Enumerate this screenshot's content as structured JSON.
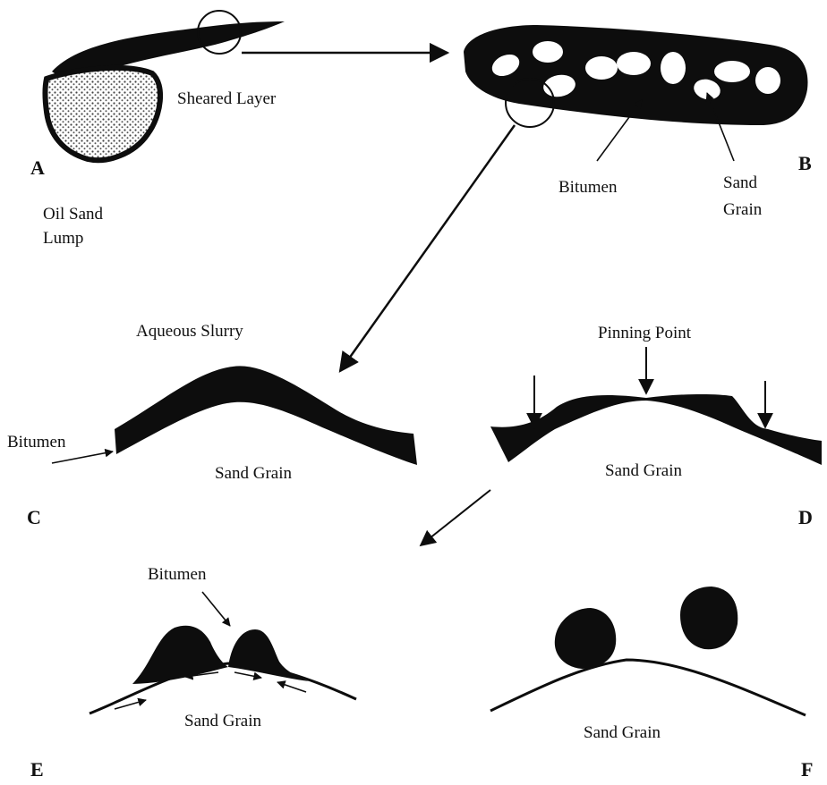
{
  "colors": {
    "ink": "#0d0d0d",
    "background": "#ffffff",
    "stipple": "#bdbdbd"
  },
  "panels": {
    "a": {
      "letter": "A",
      "lump_label_line1": "Oil Sand",
      "lump_label_line2": "Lump",
      "sheared_label": "Sheared Layer"
    },
    "b": {
      "letter": "B",
      "bitumen_label": "Bitumen",
      "grain_label_line1": "Sand",
      "grain_label_line2": "Grain"
    },
    "c": {
      "letter": "C",
      "slurry_label": "Aqueous Slurry",
      "bitumen_label": "Bitumen",
      "grain_label": "Sand Grain"
    },
    "d": {
      "letter": "D",
      "pinning_label": "Pinning Point",
      "grain_label": "Sand Grain"
    },
    "e": {
      "letter": "E",
      "bitumen_label": "Bitumen",
      "grain_label": "Sand Grain"
    },
    "f": {
      "letter": "F",
      "grain_label": "Sand Grain"
    }
  }
}
